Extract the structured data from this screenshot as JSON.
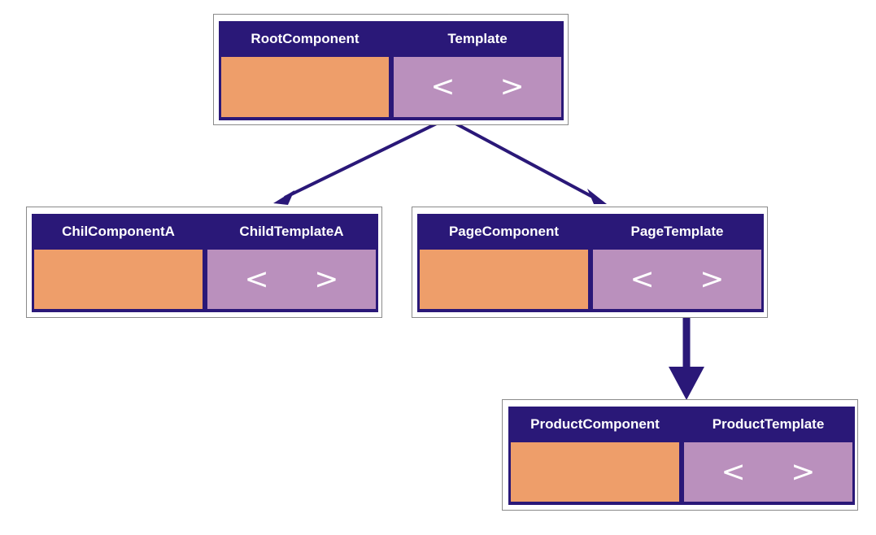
{
  "colors": {
    "header": "#2a1878",
    "component": "#ee9e6a",
    "template": "#ba90bd",
    "arrow": "#2a1878"
  },
  "nodes": {
    "root": {
      "component": "RootComponent",
      "template": "Template",
      "open": "<",
      "close": ">"
    },
    "child_a": {
      "component": "ChilComponentA",
      "template": "ChildTemplateA",
      "open": "<",
      "close": ">"
    },
    "page": {
      "component": "PageComponent",
      "template": "PageTemplate",
      "open": "<",
      "close": ">"
    },
    "product": {
      "component": "ProductComponent",
      "template": "ProductTemplate",
      "open": "<",
      "close": ">"
    }
  },
  "edges": [
    {
      "from": "Template",
      "to": "ChilComponentA"
    },
    {
      "from": "Template",
      "to": "PageComponent"
    },
    {
      "from": "PageTemplate",
      "to": "ProductComponent"
    }
  ]
}
